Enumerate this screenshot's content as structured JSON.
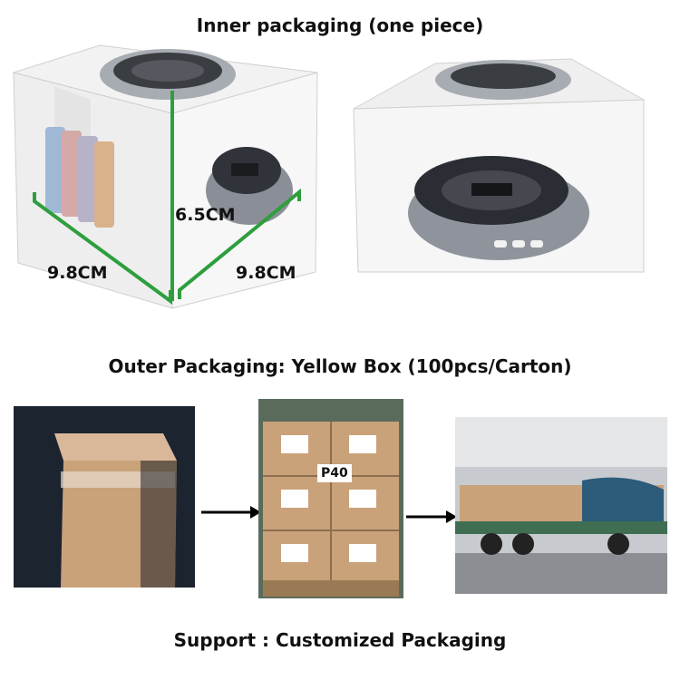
{
  "headings": {
    "inner": "Inner packaging (one piece)",
    "outer": "Outer Packaging: Yellow Box (100pcs/Carton)",
    "support": "Support : Customized Packaging"
  },
  "dimensions": {
    "height": "6.5CM",
    "width_left": "9.8CM",
    "width_right": "9.8CM"
  },
  "pallet_label": "P40",
  "colors": {
    "dimension_line": "#2e9e3e",
    "carton": "#c9a27a",
    "speaker_silver": "#8f949c"
  }
}
